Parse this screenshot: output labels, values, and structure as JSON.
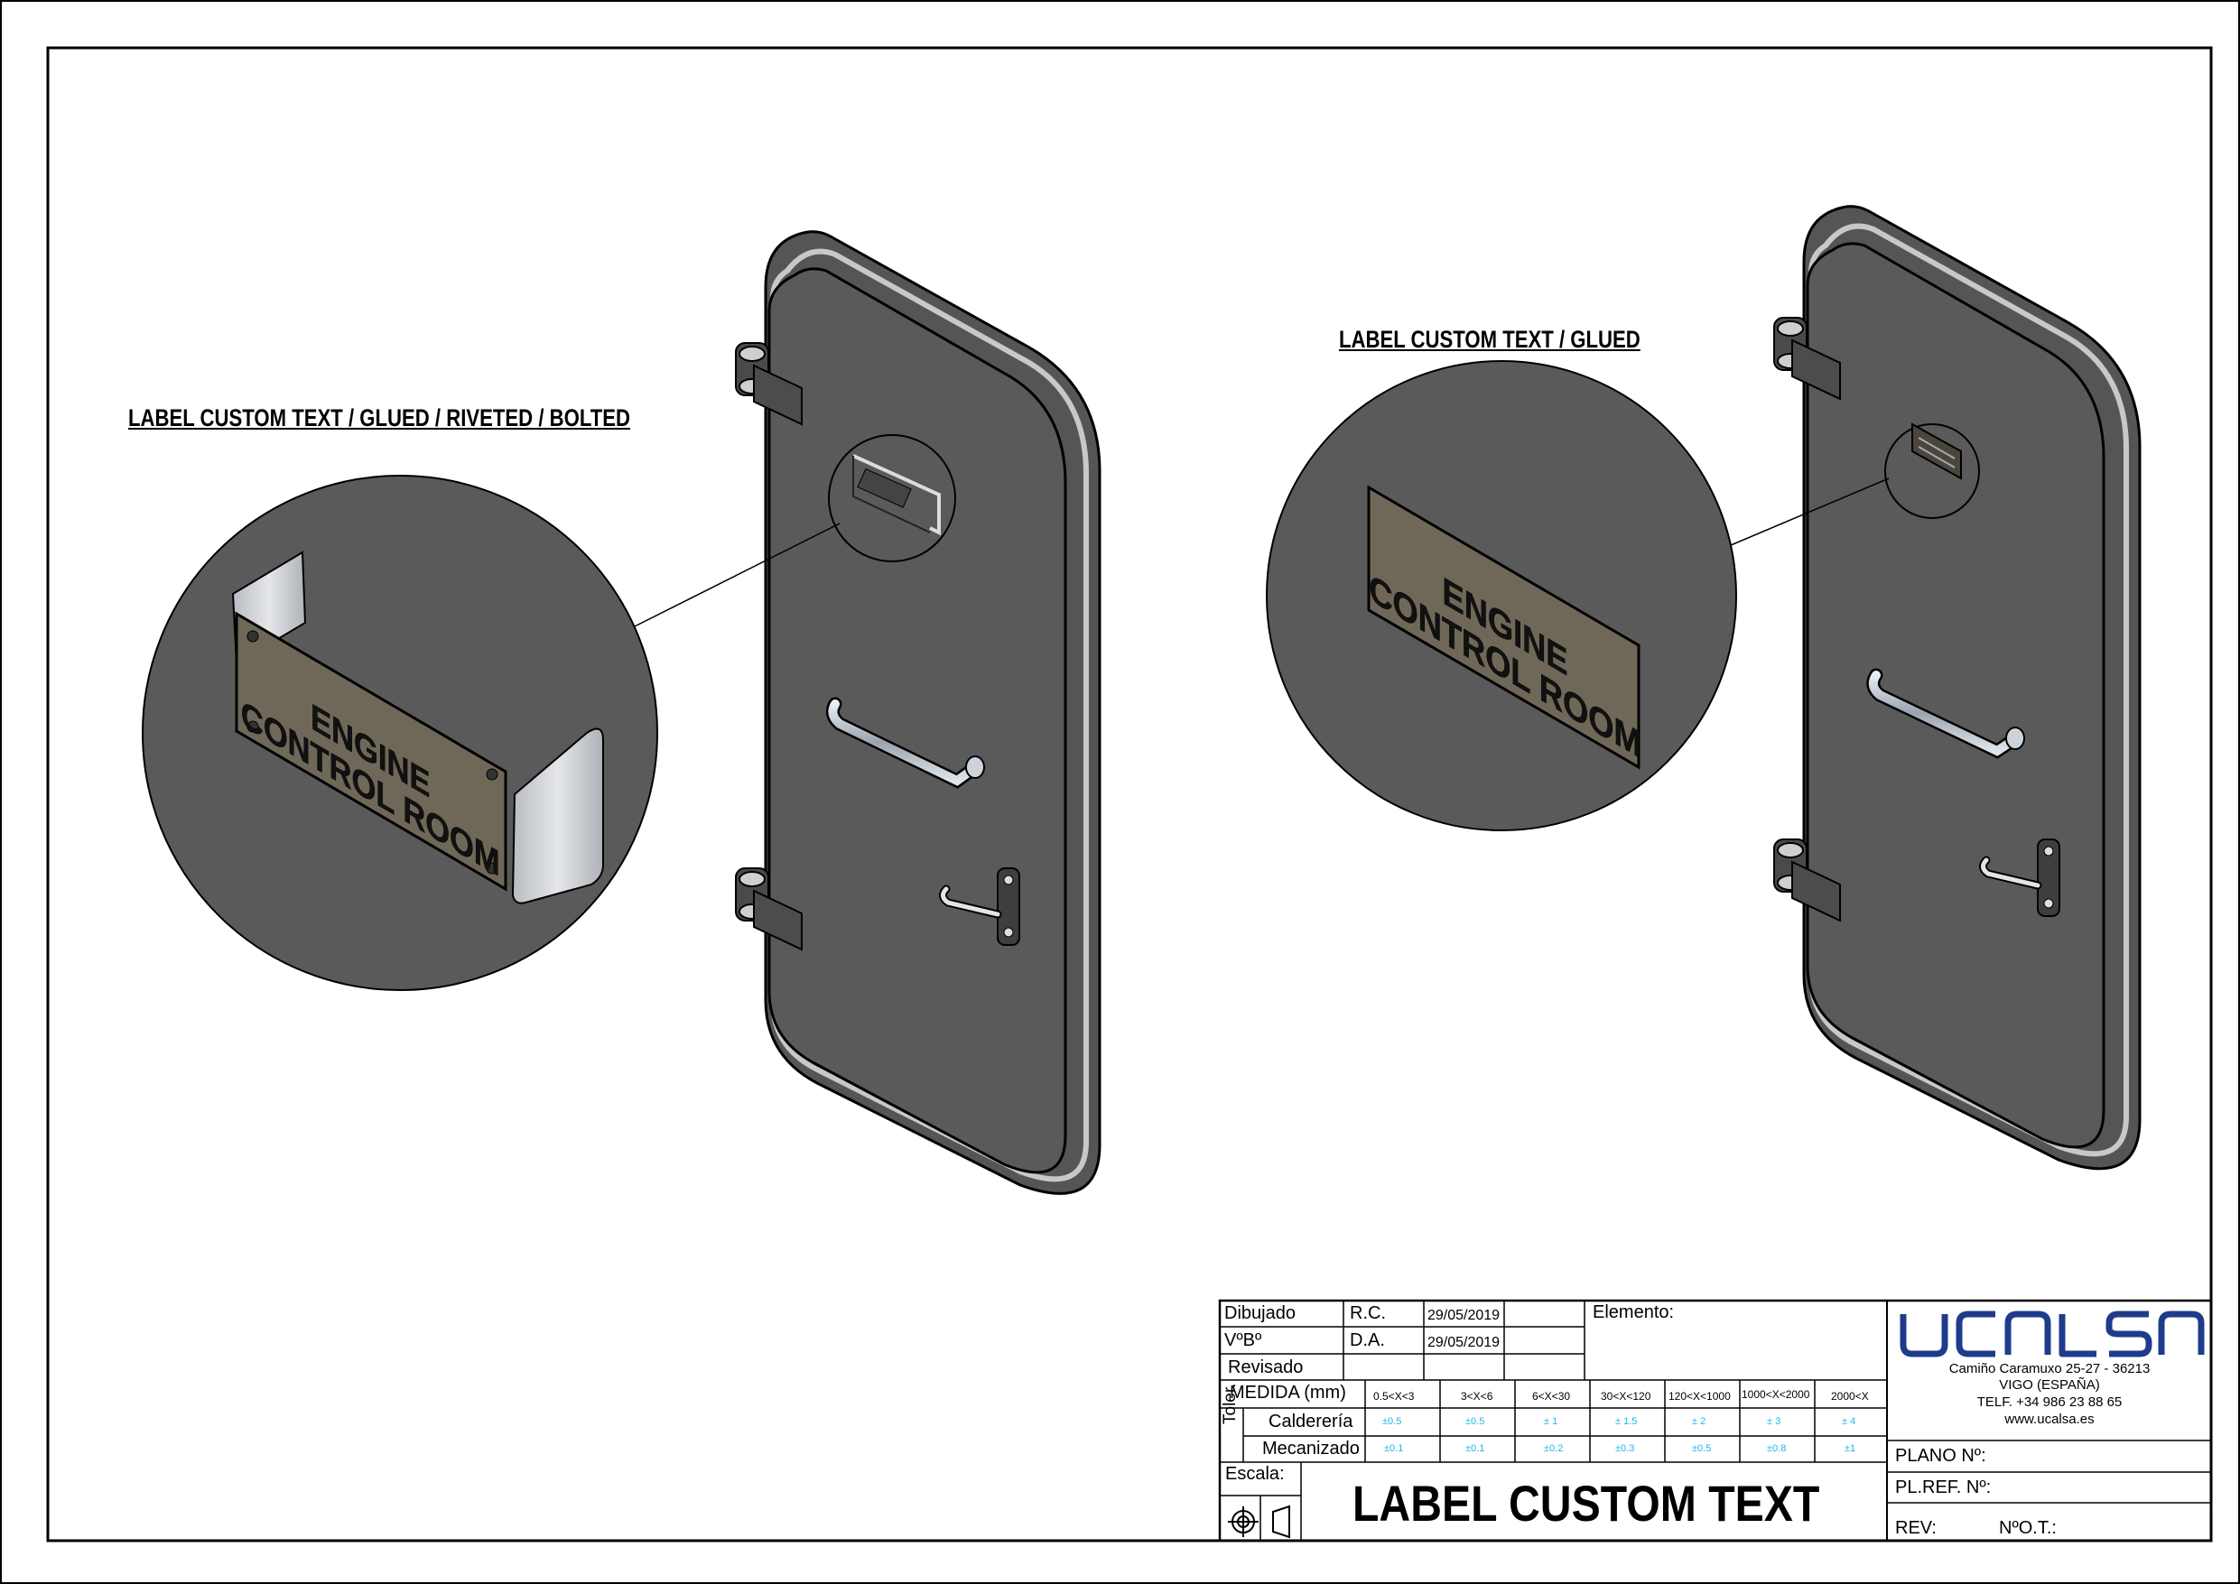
{
  "callouts": {
    "left": "LABEL CUSTOM TEXT / GLUED / RIVETED / BOLTED",
    "right": "LABEL CUSTOM TEXT / GLUED"
  },
  "plate": {
    "line1": "ENGINE",
    "line2": "CONTROL ROOM"
  },
  "title_block": {
    "rows": [
      {
        "label": "Dibujado",
        "initials": "R.C.",
        "date": "29/05/2019"
      },
      {
        "label": "VºBº",
        "initials": "D.A.",
        "date": "29/05/2019"
      },
      {
        "label": "Revisado",
        "initials": "",
        "date": ""
      }
    ],
    "elemento_label": "Elemento:",
    "medida_label": "MEDIDA (mm)",
    "ranges": [
      "0.5<X<3",
      "3<X<6",
      "6<X<30",
      "30<X<120",
      "120<X<1000",
      "1000<X<2000",
      "2000<X"
    ],
    "toler_label": "Toler.",
    "caldereria_label": "Calderería",
    "caldereria_values": [
      "±0.5",
      "±0.5",
      "± 1",
      "± 1.5",
      "± 2",
      "± 3",
      "± 4"
    ],
    "mecanizado_label": "Mecanizado",
    "mecanizado_values": [
      "±0.1",
      "±0.1",
      "±0.2",
      "±0.3",
      "±0.5",
      "±0.8",
      "±1"
    ],
    "escala_label": "Escala:",
    "drawing_title": "LABEL CUSTOM TEXT",
    "company": {
      "logo": "UCALSA",
      "address1": "Camiño Caramuxo 25-27 - 36213",
      "address2": "VIGO (ESPAÑA)",
      "phone": "TELF. +34 986 23 88 65",
      "web": "www.ucalsa.es",
      "brand_color": "#1f3c8c"
    },
    "plano_label": "PLANO Nº:",
    "plref_label": "PL.REF. Nº:",
    "rev_label": "REV:",
    "not_label": "NºO.T.:"
  },
  "colors": {
    "door": "#5a5a5a",
    "plate_fill": "#6f6858",
    "tolerance_text": "#1ab8e6"
  }
}
